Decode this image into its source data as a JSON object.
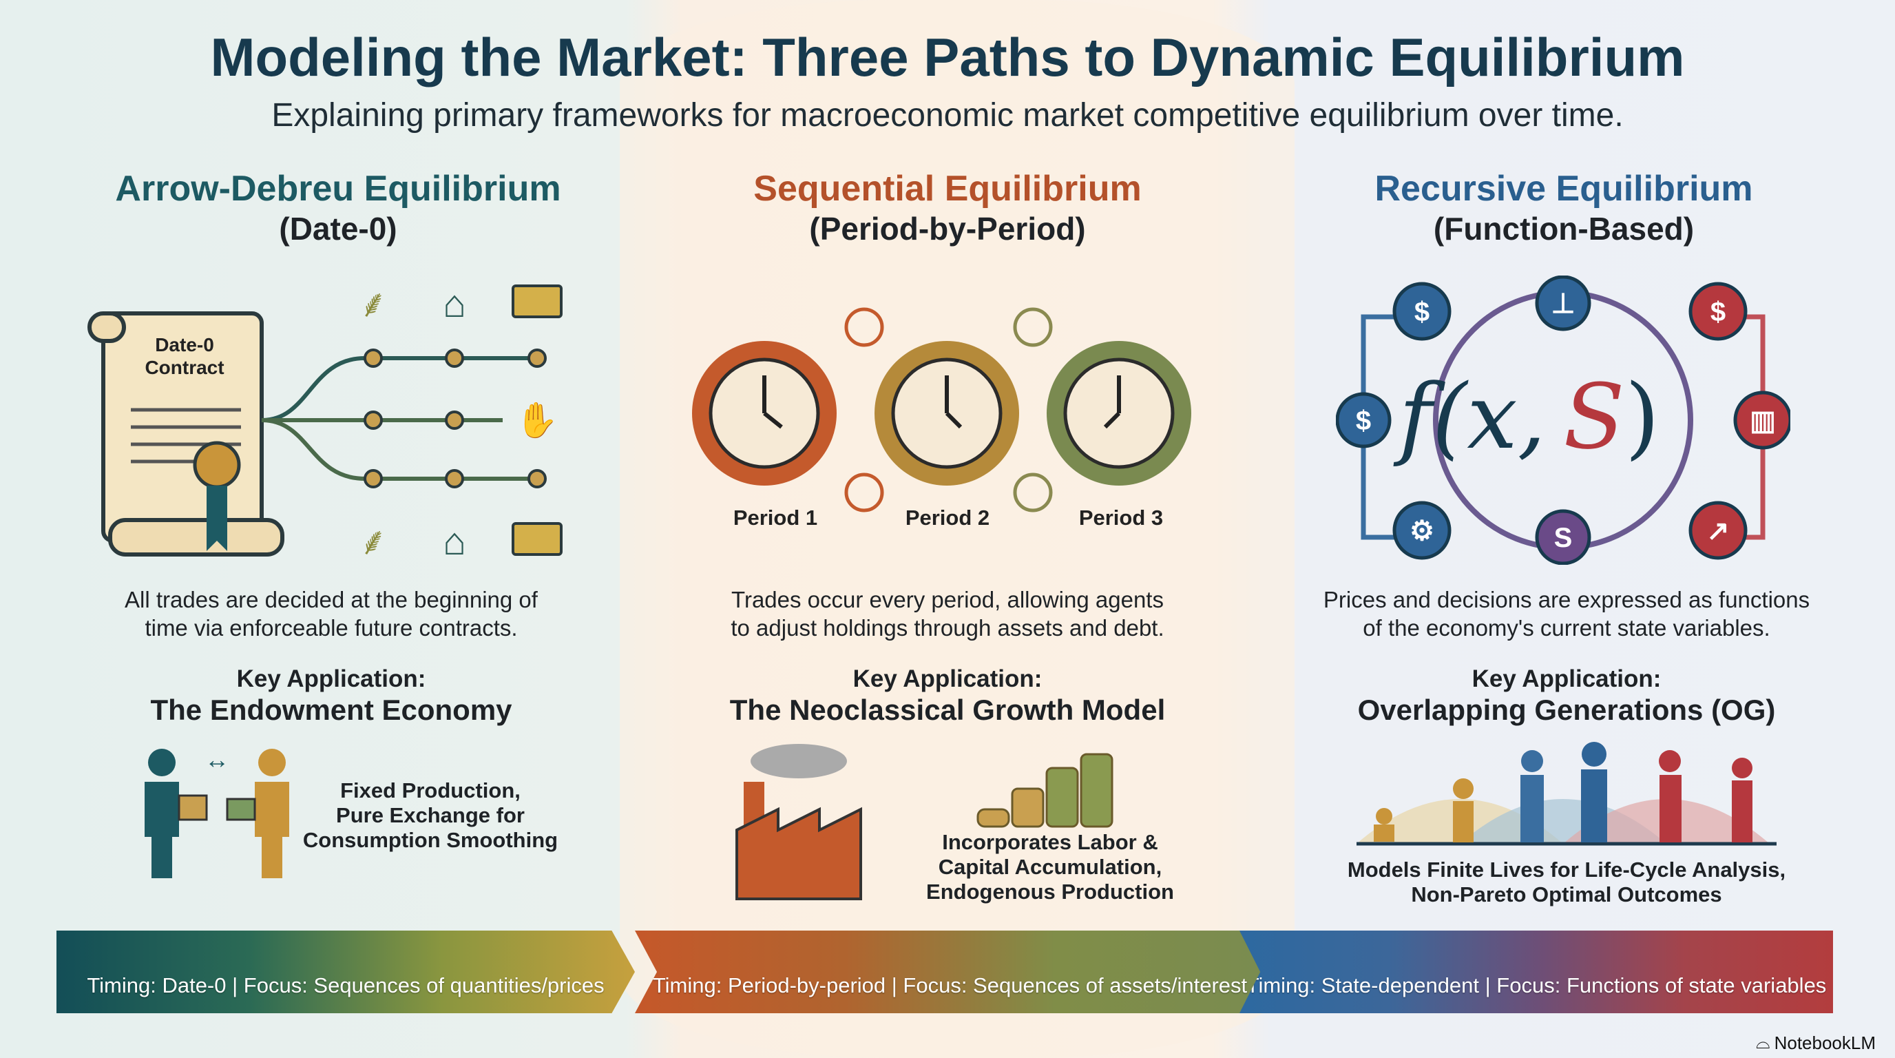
{
  "header": {
    "title": "Modeling the Market: Three Paths to Dynamic Equilibrium",
    "subtitle": "Explaining primary frameworks for macroeconomic market competitive equilibrium over time."
  },
  "columns": [
    {
      "title": "Arrow-Debreu Equilibrium",
      "subtitle": "(Date-0)",
      "color": "#1d5a63",
      "contract_label_1": "Date-0",
      "contract_label_2": "Contract",
      "desc": [
        "All trades are decided at the beginning of",
        "time via enforceable future contracts."
      ],
      "key_label": "Key Application:",
      "key_title": "The Endowment Economy",
      "note": [
        "Fixed Production,",
        "Pure Exchange for",
        "Consumption Smoothing"
      ],
      "banner": "Timing: Date-0 | Focus: Sequences of quantities/prices"
    },
    {
      "title": "Sequential Equilibrium",
      "subtitle": "(Period-by-Period)",
      "color": "#b4512a",
      "periods": [
        "Period 1",
        "Period 2",
        "Period 3"
      ],
      "desc": [
        "Trades occur every period, allowing agents",
        "to adjust holdings through assets and debt."
      ],
      "key_label": "Key Application:",
      "key_title": "The Neoclassical Growth Model",
      "note": [
        "Incorporates Labor &",
        "Capital Accumulation,",
        "Endogenous Production"
      ],
      "banner": "Timing: Period-by-period | Focus: Sequences of assets/interest"
    },
    {
      "title": "Recursive Equilibrium",
      "subtitle": "(Function-Based)",
      "color": "#2a5f8f",
      "formula_f": "f(x,",
      "formula_s": "S",
      "desc": [
        "Prices and decisions are expressed as functions",
        "of the economy's current state variables."
      ],
      "key_label": "Key Application:",
      "key_title": "Overlapping Generations (OG)",
      "note": [
        "Models Finite Lives for Life-Cycle Analysis,",
        "Non-Pareto Optimal Outcomes"
      ],
      "banner": "Timing: State-dependent | Focus: Functions of state variables"
    }
  ],
  "footer": {
    "brand": "NotebookLM"
  }
}
